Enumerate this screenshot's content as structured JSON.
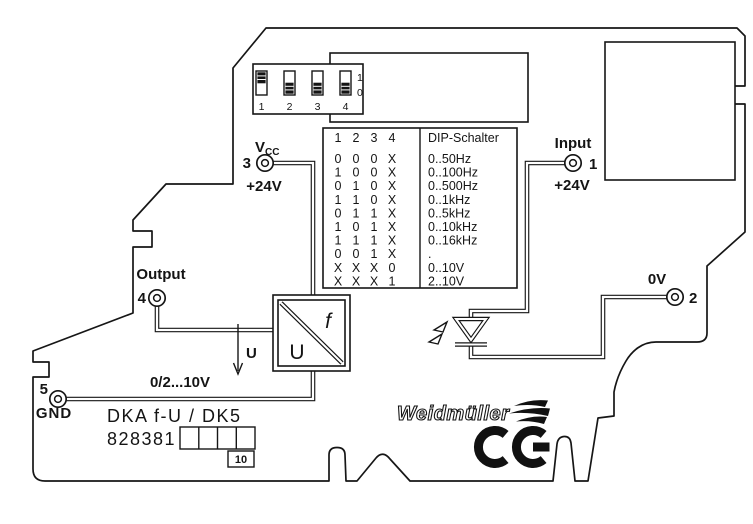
{
  "terminals": {
    "t1": {
      "number": "1",
      "name": "Input",
      "voltage": "+24V"
    },
    "t2": {
      "number": "2",
      "name": "0V"
    },
    "t3": {
      "number": "3",
      "name_main": "V",
      "name_sub": "CC",
      "voltage": "+24V"
    },
    "t4": {
      "number": "4",
      "name": "Output"
    },
    "t5": {
      "number": "5",
      "name": "GND"
    }
  },
  "dip_switch_icon": {
    "switch_labels": [
      "1",
      "2",
      "3",
      "4"
    ],
    "states": [
      "1",
      "0",
      "0",
      "0"
    ],
    "scale_top": "1",
    "scale_bottom": "0"
  },
  "dip_table": {
    "header_cols": [
      "1",
      "2",
      "3",
      "4"
    ],
    "header_label": "DIP-Schalter",
    "rows": [
      {
        "s": [
          "0",
          "0",
          "0",
          "X"
        ],
        "range": "0..50Hz"
      },
      {
        "s": [
          "1",
          "0",
          "0",
          "X"
        ],
        "range": "0..100Hz"
      },
      {
        "s": [
          "0",
          "1",
          "0",
          "X"
        ],
        "range": "0..500Hz"
      },
      {
        "s": [
          "1",
          "1",
          "0",
          "X"
        ],
        "range": "0..1kHz"
      },
      {
        "s": [
          "0",
          "1",
          "1",
          "X"
        ],
        "range": "0..5kHz"
      },
      {
        "s": [
          "1",
          "0",
          "1",
          "X"
        ],
        "range": "0..10kHz"
      },
      {
        "s": [
          "1",
          "1",
          "1",
          "X"
        ],
        "range": "0..16kHz"
      },
      {
        "s": [
          "0",
          "0",
          "1",
          "X"
        ],
        "range": "."
      },
      {
        "s": [
          "X",
          "X",
          "X",
          "0"
        ],
        "range": "0..10V"
      },
      {
        "s": [
          "X",
          "X",
          "X",
          "1"
        ],
        "range": "2..10V"
      }
    ]
  },
  "converter": {
    "input_symbol": "U",
    "output_symbol": "f"
  },
  "signal": {
    "arrow_label": "U",
    "range_label": "0/2...10V"
  },
  "product": {
    "model": "DKA f-U / DK5",
    "article_number": "828381",
    "version": "10"
  },
  "branding": {
    "logo": "Weidmüller",
    "ce_mark": "CE"
  },
  "colors": {
    "line": "#161616",
    "background": "#ffffff"
  }
}
